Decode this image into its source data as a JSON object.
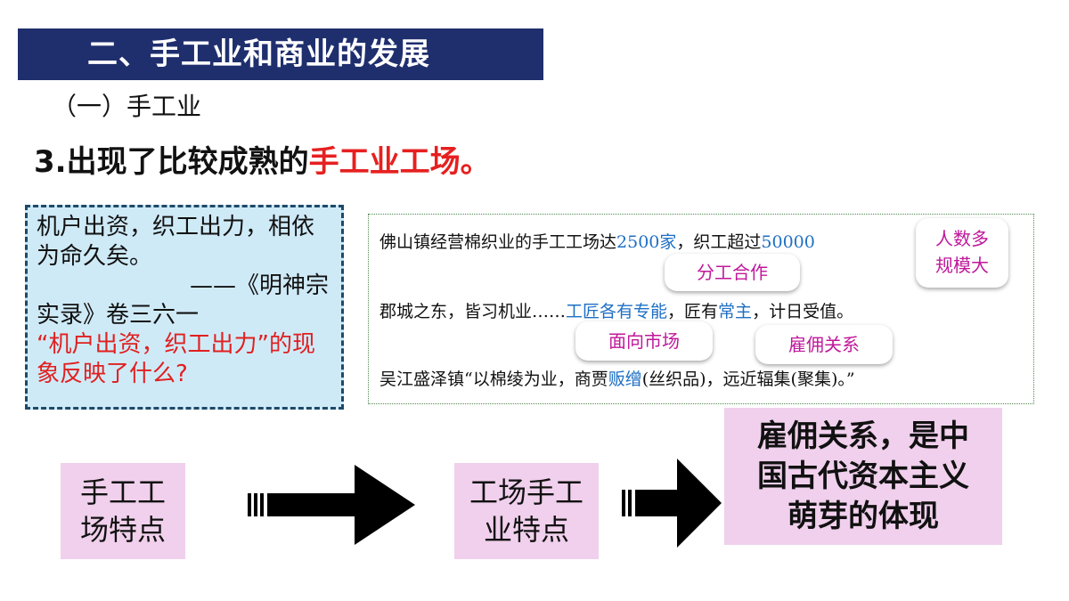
{
  "title": "二、手工业和商业的发展",
  "subtitle": "（一）手工业",
  "heading": {
    "prefix": "3.出现了比较成熟的",
    "highlight": "手工业工场。"
  },
  "quote": {
    "text": "机户出资，织工出力，相依为命久矣。",
    "attribution": "——《明神宗",
    "source": "实录》卷三六一",
    "question": "“机户出资，织工出力”的现象反映了什么?"
  },
  "source_text": {
    "line1": {
      "a": "佛山镇经营棉织业的手工工场达",
      "b": "2500家",
      "c": "，织工超过",
      "d": "50000"
    },
    "line2": {
      "a": "郡城之东，皆习机业……",
      "b": "工匠各有专能",
      "c": "，匠有",
      "d": "常主",
      "e": "，计日受值。"
    },
    "line3": {
      "a": "吴江盛泽镇“以棉绫为业，商贾",
      "b": "贩缯",
      "c": "(丝织品)，远近辐集(聚集)。”"
    }
  },
  "callouts": {
    "renshu_line1": "人数多",
    "renshu_line2": "规模大",
    "fengong": "分工合作",
    "mianxiang": "面向市场",
    "guyong": "雇佣关系"
  },
  "flow": {
    "box1_line1": "手工工",
    "box1_line2": "场特点",
    "box2_line1": "工场手工",
    "box2_line2": "业特点",
    "box3_line1": "雇佣关系，是中",
    "box3_line2": "国古代资本主义",
    "box3_line3": "萌芽的体现"
  },
  "colors": {
    "title_bg": "#1f2f6e",
    "highlight_red": "#e62020",
    "quote_bg": "#cfeaf7",
    "blue_text": "#1e6fc4",
    "callout_text": "#c0189a",
    "pink_box": "#f0d0ec"
  },
  "icons": [
    "right-arrow-icon",
    "right-arrow-icon"
  ]
}
